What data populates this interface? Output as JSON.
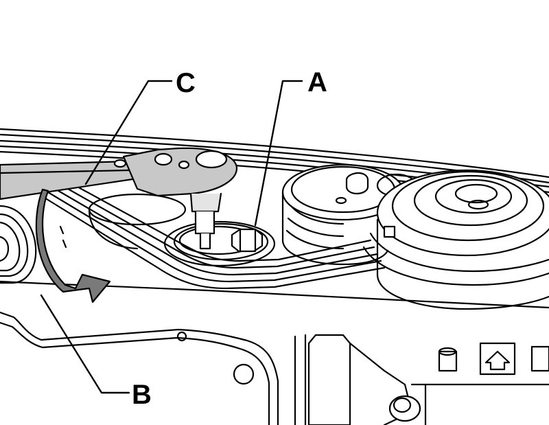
{
  "diagram": {
    "callouts": [
      {
        "id": "A",
        "label": "A"
      },
      {
        "id": "B",
        "label": "B"
      },
      {
        "id": "C",
        "label": "C"
      }
    ]
  },
  "colors": {
    "ink": "#000000",
    "paper": "#ffffff",
    "tool_gray": "#c8c8c8",
    "arrow_gray": "#7a7a7a"
  }
}
